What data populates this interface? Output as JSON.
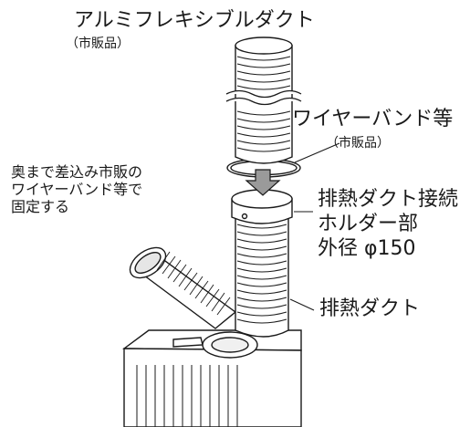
{
  "labels": {
    "aluminum_duct": "アルミフレキシブルダクト",
    "aluminum_duct_note": "（市販品）",
    "wire_band": "ワイヤーバンド等",
    "wire_band_note": "（市販品）",
    "instruction_line1": "奥まで差込み市販の",
    "instruction_line2": "ワイヤーバンド等で",
    "instruction_line3": "固定する",
    "holder_line1": "排熱ダクト接続",
    "holder_line2": "ホルダー部",
    "holder_line3": "外径 φ150",
    "exhaust_duct": "排熱ダクト"
  },
  "colors": {
    "line": "#1a1a1a",
    "arrow_fill": "#9a9a9a",
    "fill": "#ffffff"
  }
}
